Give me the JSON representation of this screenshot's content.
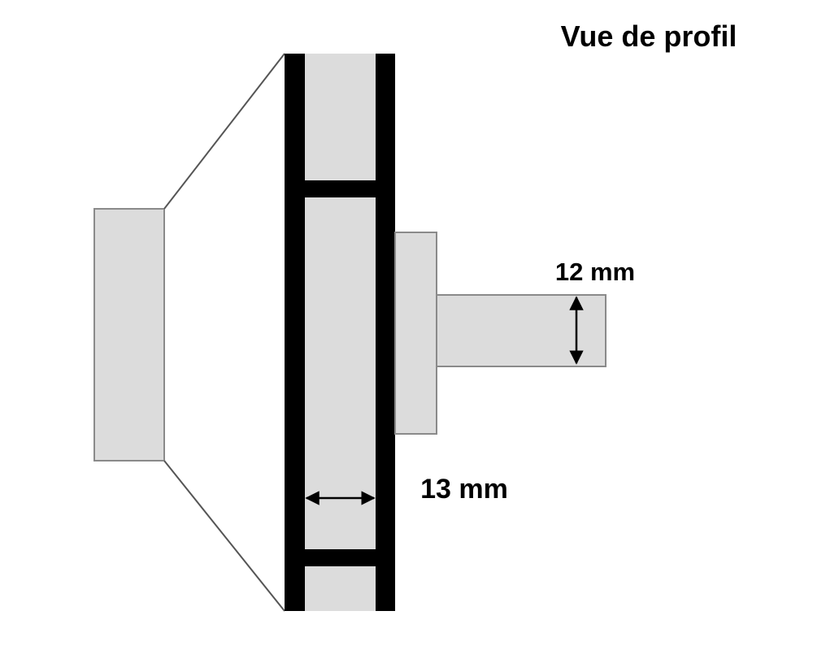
{
  "title": "Vue de profil",
  "dimensions": {
    "shaft_diameter": "12 mm",
    "disc_thickness": "13 mm"
  },
  "colors": {
    "part_fill": "#dcdcdc",
    "part_stroke": "#8a8a8a",
    "disc_wall": "#000000",
    "arrow": "#000000"
  }
}
